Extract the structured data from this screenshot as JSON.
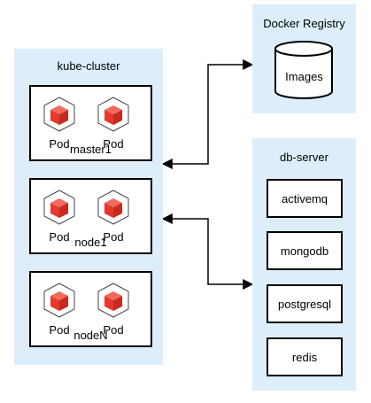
{
  "registry": {
    "title": "Docker Registry",
    "storage_label": "Images"
  },
  "cluster": {
    "title": "kube-cluster",
    "nodes": [
      {
        "name": "master1",
        "pods": [
          "Pod",
          "Pod"
        ]
      },
      {
        "name": "node1",
        "pods": [
          "Pod",
          "Pod"
        ]
      },
      {
        "name": "nodeN",
        "pods": [
          "Pod",
          "Pod"
        ]
      }
    ]
  },
  "db_server": {
    "title": "db-server",
    "services": [
      "activemq",
      "mongodb",
      "postgresql",
      "redis"
    ]
  },
  "colors": {
    "panel": "#ddeefa",
    "pod_cube": "#e8372c",
    "line": "#000000"
  },
  "icons": {
    "pod": "cube-icon",
    "storage": "database-cylinder-icon"
  }
}
